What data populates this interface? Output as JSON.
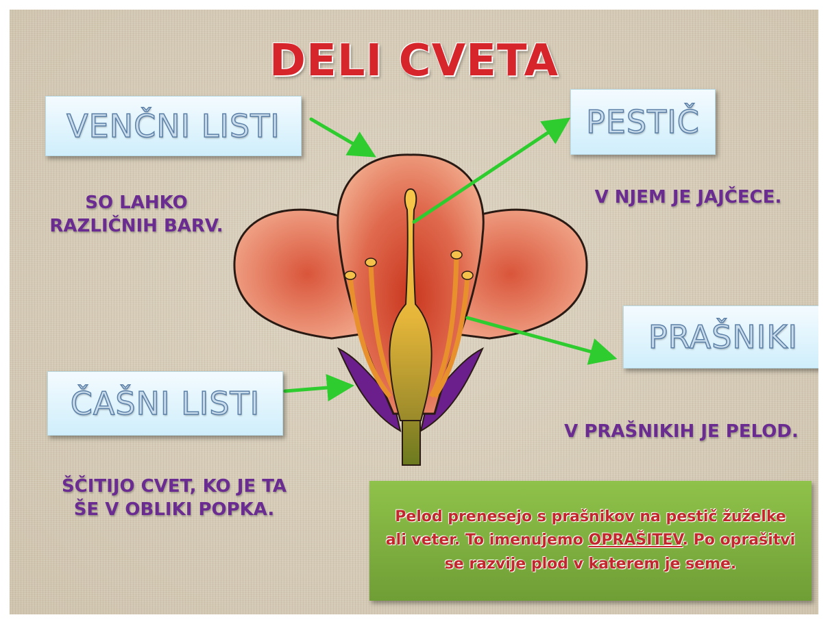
{
  "title": "DELI CVETA",
  "labels": {
    "petals": "VENČNI LISTI",
    "pistil": "PESTIČ",
    "stamens": "PRAŠNIKI",
    "sepals": "ČAŠNI LISTI"
  },
  "notes": {
    "petals_line1": "SO LAHKO",
    "petals_line2": "RAZLIČNIH BARV.",
    "pistil": "V NJEM JE JAJČECE.",
    "stamens": "V PRAŠNIKIH JE PELOD.",
    "sepals_line1": "ŠČITIJO CVET, KO JE TA",
    "sepals_line2": "ŠE V OBLIKI POPKA."
  },
  "info_box": {
    "part1": "Pelod prenesejo s prašnikov na pestič žuželke ali veter. To imenujemo ",
    "highlight": "OPRAŠITEV",
    "part2": ". Po oprašitvi se razvije plod v katerem je seme."
  },
  "colors": {
    "title": "#d7262b",
    "note_text": "#6a2c91",
    "arrow": "#2ecc2e",
    "petal": "#e8775a",
    "sepal": "#6b1f8c",
    "pistil": "#f2b53a"
  }
}
